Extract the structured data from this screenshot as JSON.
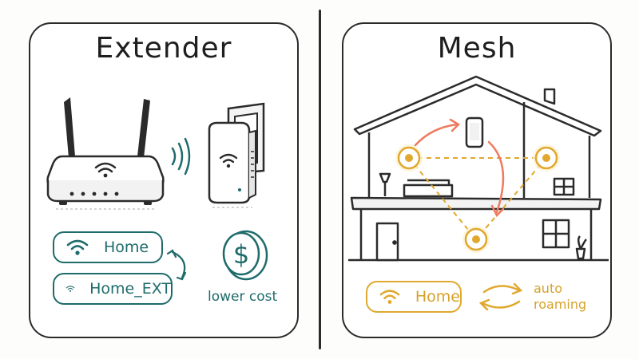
{
  "extender": {
    "title": "Extender",
    "networks": [
      "Home",
      "Home_EXT"
    ],
    "cost_label": "lower cost",
    "cost_icon": "dollar-coin-icon"
  },
  "mesh": {
    "title": "Mesh",
    "network": "Home",
    "roaming_line1": "auto",
    "roaming_line2": "roaming"
  },
  "colors": {
    "ink": "#2b2b2b",
    "teal": "#1f6b6b",
    "gold": "#e0a82e",
    "coral": "#ef7a5e"
  }
}
